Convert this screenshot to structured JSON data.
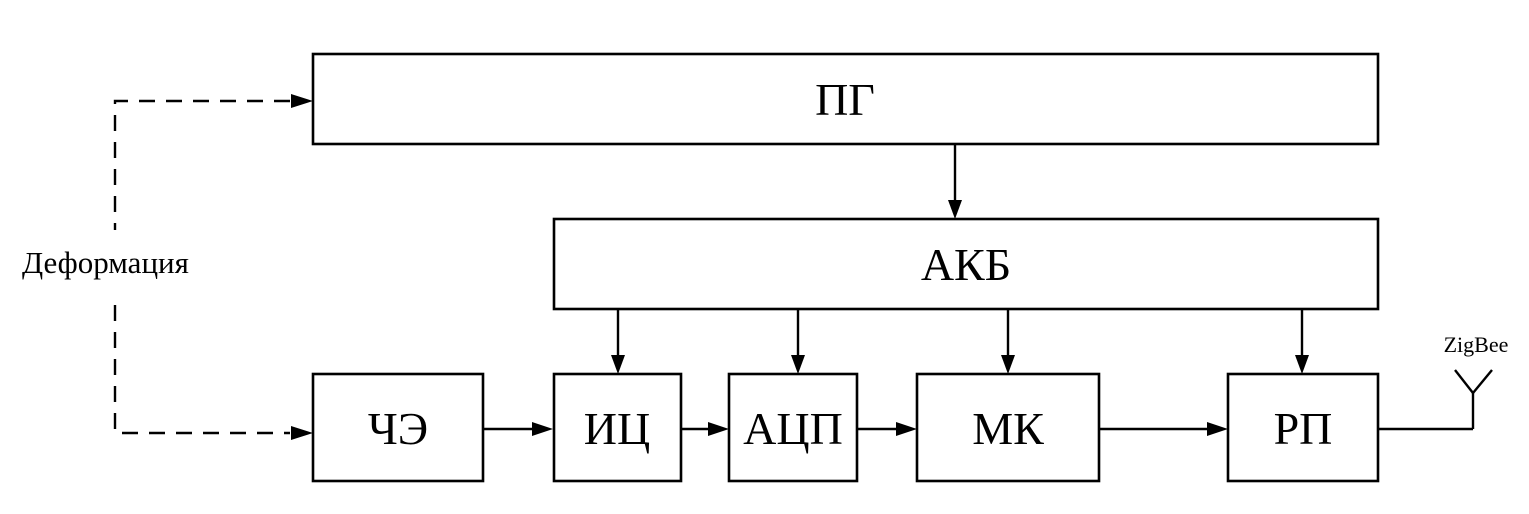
{
  "blocks": {
    "pg": "ПГ",
    "akb": "АКБ",
    "che": "ЧЭ",
    "ic": "ИЦ",
    "acp": "АЦП",
    "mk": "МК",
    "rp": "РП"
  },
  "labels": {
    "deformation": "Деформация",
    "zigbee": "ZigBee"
  }
}
